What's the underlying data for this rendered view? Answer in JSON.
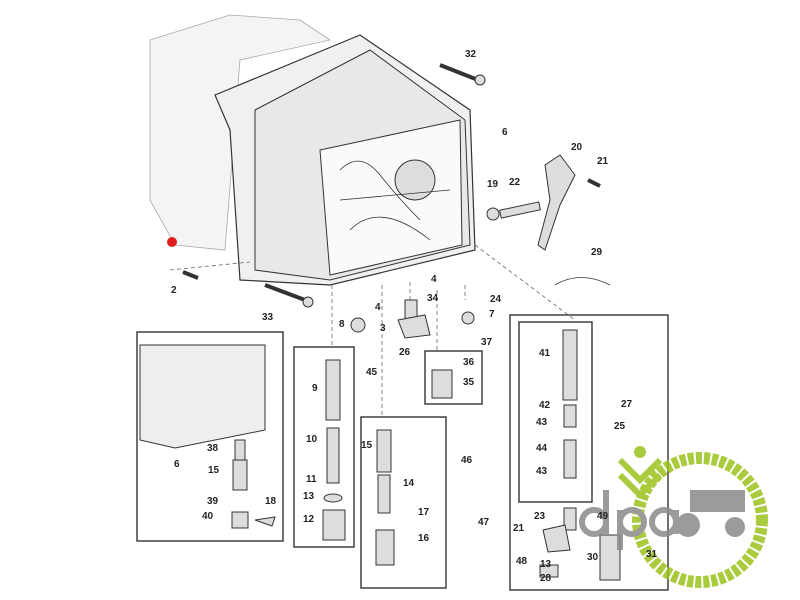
{
  "labels": {
    "p32": "32",
    "p6a": "6",
    "p20": "20",
    "p21a": "21",
    "p19": "19",
    "p22": "22",
    "p29": "29",
    "p2": "2",
    "p33": "33",
    "p4a": "4",
    "p8": "8",
    "p3": "3",
    "p4b": "4",
    "p34": "34",
    "p26": "26",
    "p24": "24",
    "p7": "7",
    "p37": "37",
    "p45": "45",
    "p9": "9",
    "p36": "36",
    "p35": "35",
    "p27": "27",
    "p41": "41",
    "p42": "42",
    "p43a": "43",
    "p25": "25",
    "p44": "44",
    "p43b": "43",
    "p38": "38",
    "p6b": "6",
    "p15a": "15",
    "p10": "10",
    "p15b": "15",
    "p46": "46",
    "p14": "14",
    "p11": "11",
    "p13a": "13",
    "p39": "39",
    "p18": "18",
    "p40": "40",
    "p12": "12",
    "p17": "17",
    "p16": "16",
    "p47": "47",
    "p23": "23",
    "p49": "49",
    "p21b": "21",
    "p48": "48",
    "p30": "30",
    "p31": "31",
    "p13b": "13",
    "p28": "28"
  },
  "watermark": {
    "text": "dpa",
    "color_green": "#9cc21d",
    "color_gray": "#8a8a8a"
  },
  "marker_color": "#e02020"
}
